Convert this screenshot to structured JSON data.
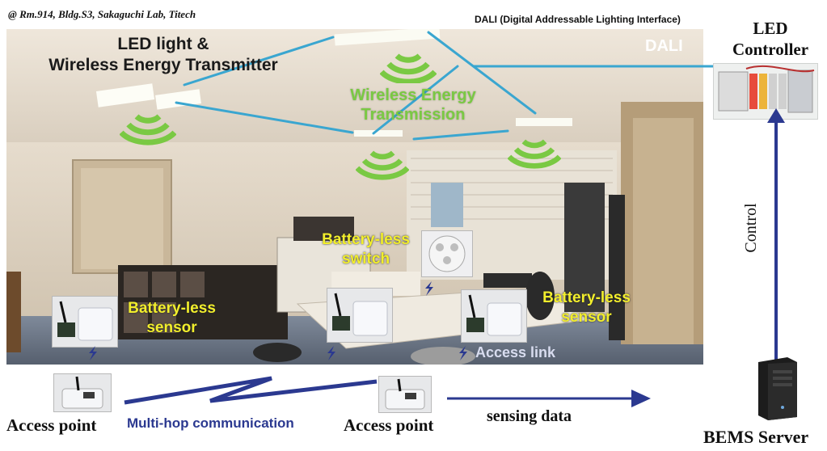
{
  "location_caption": "@ Rm.914, Bldg.S3, Sakaguchi Lab, Titech",
  "dali_full_name": "DALI (Digital Addressable Lighting Interface)",
  "dali_short": "DALI",
  "led_light_label_line1": "LED light &",
  "led_light_label_line2": "Wireless Energy Transmitter",
  "wireless_energy_line1": "Wireless Energy",
  "wireless_energy_line2": "Transmission",
  "led_controller_line1": "LED",
  "led_controller_line2": "Controller",
  "control_label": "Control",
  "battery_less_switch_line1": "Battery-less",
  "battery_less_switch_line2": "switch",
  "battery_less_sensor_left_line1": "Battery-less",
  "battery_less_sensor_left_line2": "sensor",
  "battery_less_sensor_right_line1": "Battery-less",
  "battery_less_sensor_right_line2": "sensor",
  "access_link": "Access link",
  "access_point_left": "Access point",
  "access_point_right": "Access point",
  "multi_hop": "Multi-hop communication",
  "sensing_data": "sensing data",
  "bems_server": "BEMS Server",
  "colors": {
    "dali_line": "#3aa6d0",
    "wireless_wave": "#7ac943",
    "arrow_blue": "#2b3990",
    "yellow_label": "#f2ee2c"
  },
  "icons": [
    "wireless-wave-icon",
    "lightning-link-icon",
    "server-icon",
    "led-controller-icon",
    "access-point-device-icon",
    "sensor-device-icon",
    "switch-device-icon"
  ]
}
